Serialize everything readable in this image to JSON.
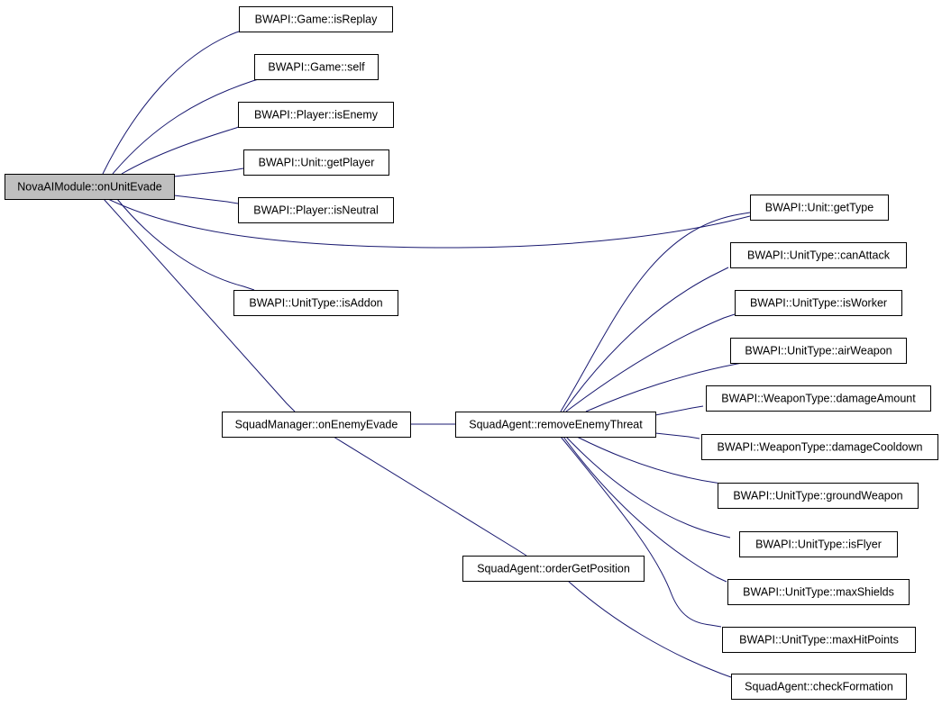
{
  "colors": {
    "edge": "#191970",
    "root_fill": "#bfbfbf",
    "node_fill": "#ffffff",
    "node_stroke": "#000000"
  },
  "nodes": [
    {
      "id": "n0",
      "label": "NovaAIModule::onUnitEvade",
      "root": true
    },
    {
      "id": "n1",
      "label": "BWAPI::Game::isReplay"
    },
    {
      "id": "n2",
      "label": "BWAPI::Game::self"
    },
    {
      "id": "n3",
      "label": "BWAPI::Player::isEnemy"
    },
    {
      "id": "n4",
      "label": "BWAPI::Unit::getPlayer"
    },
    {
      "id": "n5",
      "label": "BWAPI::Player::isNeutral"
    },
    {
      "id": "n6",
      "label": "BWAPI::Unit::getType"
    },
    {
      "id": "n7",
      "label": "BWAPI::UnitType::isAddon"
    },
    {
      "id": "n8",
      "label": "SquadManager::onEnemyEvade"
    },
    {
      "id": "n9",
      "label": "SquadAgent::removeEnemyThreat"
    },
    {
      "id": "n10",
      "label": "SquadAgent::orderGetPosition"
    },
    {
      "id": "n11",
      "label": "BWAPI::UnitType::canAttack"
    },
    {
      "id": "n12",
      "label": "BWAPI::UnitType::isWorker"
    },
    {
      "id": "n13",
      "label": "BWAPI::UnitType::airWeapon"
    },
    {
      "id": "n14",
      "label": "BWAPI::WeaponType::damageAmount"
    },
    {
      "id": "n15",
      "label": "BWAPI::WeaponType::damageCooldown"
    },
    {
      "id": "n16",
      "label": "BWAPI::UnitType::groundWeapon"
    },
    {
      "id": "n17",
      "label": "BWAPI::UnitType::isFlyer"
    },
    {
      "id": "n18",
      "label": "BWAPI::UnitType::maxShields"
    },
    {
      "id": "n19",
      "label": "BWAPI::UnitType::maxHitPoints"
    },
    {
      "id": "n20",
      "label": "SquadAgent::checkFormation"
    }
  ],
  "edges": [
    {
      "from": "n0",
      "to": "n1"
    },
    {
      "from": "n0",
      "to": "n2"
    },
    {
      "from": "n0",
      "to": "n3"
    },
    {
      "from": "n0",
      "to": "n4"
    },
    {
      "from": "n0",
      "to": "n5"
    },
    {
      "from": "n0",
      "to": "n6"
    },
    {
      "from": "n0",
      "to": "n7"
    },
    {
      "from": "n0",
      "to": "n8"
    },
    {
      "from": "n8",
      "to": "n9"
    },
    {
      "from": "n8",
      "to": "n10"
    },
    {
      "from": "n9",
      "to": "n6"
    },
    {
      "from": "n9",
      "to": "n11"
    },
    {
      "from": "n9",
      "to": "n12"
    },
    {
      "from": "n9",
      "to": "n13"
    },
    {
      "from": "n9",
      "to": "n14"
    },
    {
      "from": "n9",
      "to": "n15"
    },
    {
      "from": "n9",
      "to": "n16"
    },
    {
      "from": "n9",
      "to": "n17"
    },
    {
      "from": "n9",
      "to": "n18"
    },
    {
      "from": "n9",
      "to": "n19"
    },
    {
      "from": "n10",
      "to": "n20"
    }
  ]
}
